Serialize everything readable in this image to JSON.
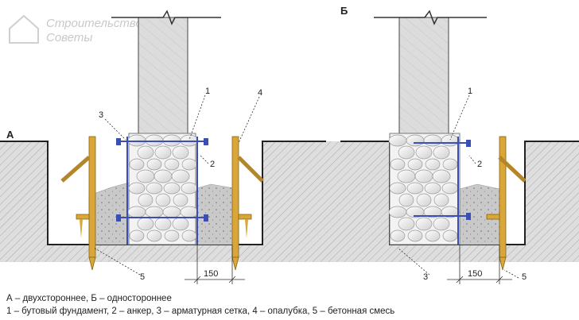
{
  "watermark": {
    "line1": "Строительство",
    "line2": "Советы"
  },
  "panels": {
    "left": {
      "letter": "А"
    },
    "right": {
      "letter": "Б"
    }
  },
  "callouts": {
    "n1": "1",
    "n2": "2",
    "n3": "3",
    "n4": "4",
    "n5": "5"
  },
  "dimension": {
    "value": "150"
  },
  "caption": {
    "line1": "А – двухстороннее, Б – одностороннее",
    "line2": "1 – бутовый фундамент, 2 – анкер, 3 – арматурная сетка, 4 – опалубка, 5 – бетонная смесь"
  },
  "colors": {
    "soil": "#d9d9d9",
    "concrete_mix": "#c8c8c8",
    "column": "#dcdcdc",
    "rebar": "#3a4fb0",
    "timber": "#d9a63a",
    "stone": "#eeeeee"
  }
}
